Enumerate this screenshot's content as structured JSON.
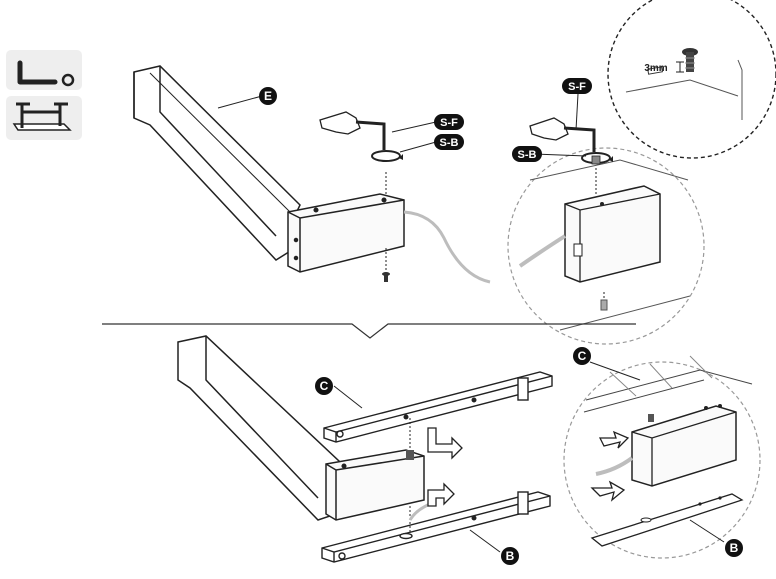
{
  "labels": {
    "part_e": "E",
    "part_c_top": "C",
    "part_c_zoom": "C",
    "part_b_bottom": "B",
    "part_b_zoom": "B",
    "screw_sf_left": "S-F",
    "screw_sb_left": "S-B",
    "screw_sf_right": "S-F",
    "screw_sb_right": "S-B",
    "wrench_size": "3mm"
  },
  "icons": {
    "tool_panel": "hex-key-icon",
    "assembly_panel": "desk-frame-icon"
  },
  "colors": {
    "line": "#222222",
    "badge": "#111111",
    "panel": "#f0f0f0",
    "cable": "#bdbdbd",
    "frame_fill": "#ffffff",
    "box_face": "#fafafa"
  }
}
